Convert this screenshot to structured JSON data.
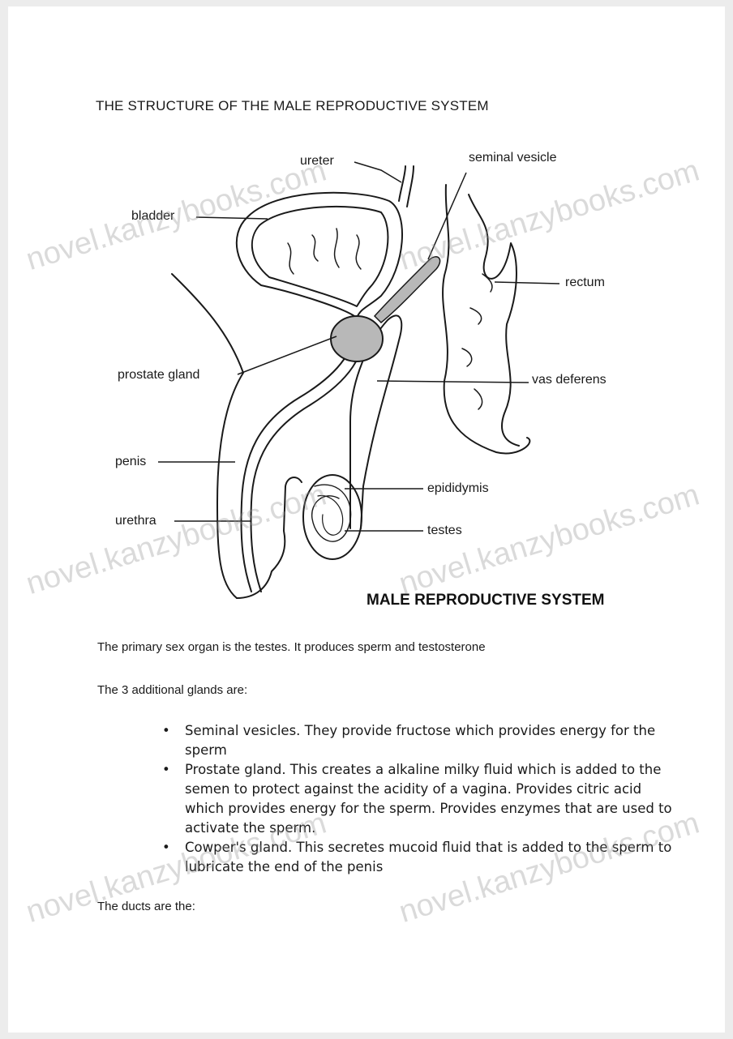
{
  "title": "THE STRUCTURE OF THE MALE REPRODUCTIVE SYSTEM",
  "labels": {
    "ureter": "ureter",
    "seminal_vesicle": "seminal vesicle",
    "bladder": "bladder",
    "rectum": "rectum",
    "prostate_gland": "prostate gland",
    "vas_deferens": "vas deferens",
    "penis": "penis",
    "epididymis": "epididymis",
    "urethra": "urethra",
    "testes": "testes"
  },
  "subtitle": "MALE REPRODUCTIVE SYSTEM",
  "intro": "The primary sex organ is the testes. It produces sperm and testosterone",
  "glands_heading": "The 3 additional glands are:",
  "glands": [
    "Seminal vesicles. They provide fructose which provides energy for the sperm",
    "Prostate gland. This creates a alkaline milky fluid which is added to the semen to protect against the acidity of a vagina. Provides citric acid which provides energy for the sperm. Provides enzymes that are used to activate the sperm.",
    "Cowper's gland. This secretes mucoid fluid that is added to the sperm to lubricate the end of the penis"
  ],
  "ducts_heading": "The ducts are the:",
  "watermark": "novel.kanzybooks.com"
}
